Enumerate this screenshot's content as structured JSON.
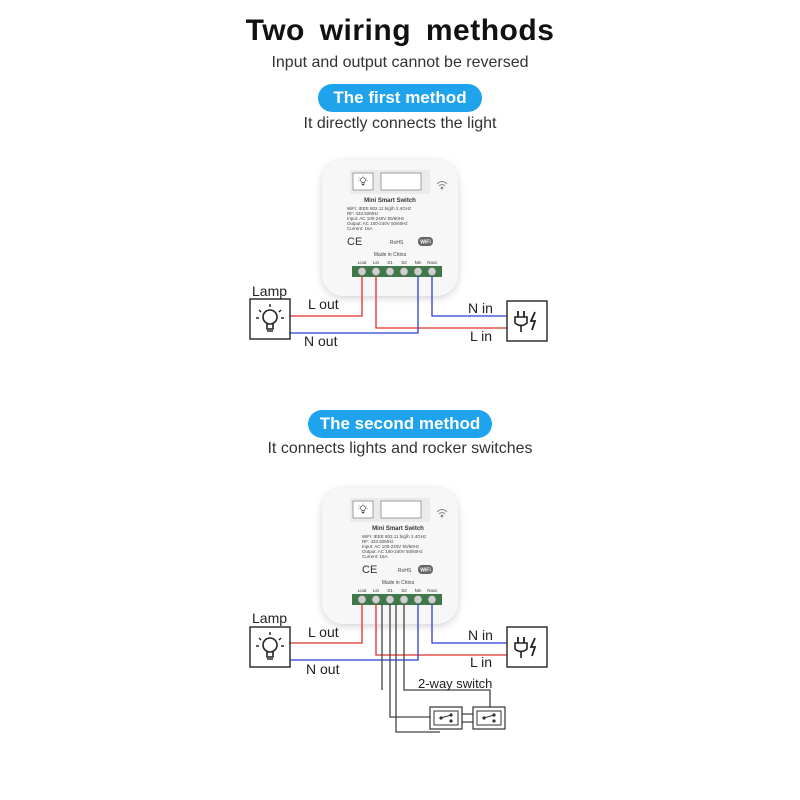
{
  "header": {
    "title": "Two  wiring methods",
    "subtitle": "Input and output cannot be reversed"
  },
  "method1": {
    "badge": "The first method",
    "description": "It directly connects the light"
  },
  "method2": {
    "badge": "The second method",
    "description": "It connects lights and rocker switches"
  },
  "device": {
    "name": "Mini Smart Switch",
    "specs": [
      "WiFi: IEEE 802.11 b/g/h  2.4GHz",
      "RF: 433.92MHz",
      "Input:  AC 100-240V  50/60Hz",
      "Output: AC 100-240V  50/60Hz",
      "Current: 16A"
    ],
    "ce": "CE",
    "rohs": "RoHS",
    "wifi_badge": "WiFi",
    "made_in": "Made in China",
    "terminals": [
      "Lout",
      "Lin",
      "S1",
      "S2",
      "Nin",
      "Nout"
    ]
  },
  "labels": {
    "lamp": "Lamp",
    "l_out": "L out",
    "n_out": "N out",
    "n_in": "N in",
    "l_in": "L in",
    "two_way_switch": "2-way switch"
  },
  "colors": {
    "accent": "#1ea3ec",
    "live_wire": "#e0302a",
    "neutral_wire": "#2b3fd6",
    "switch_wire": "#444444"
  }
}
